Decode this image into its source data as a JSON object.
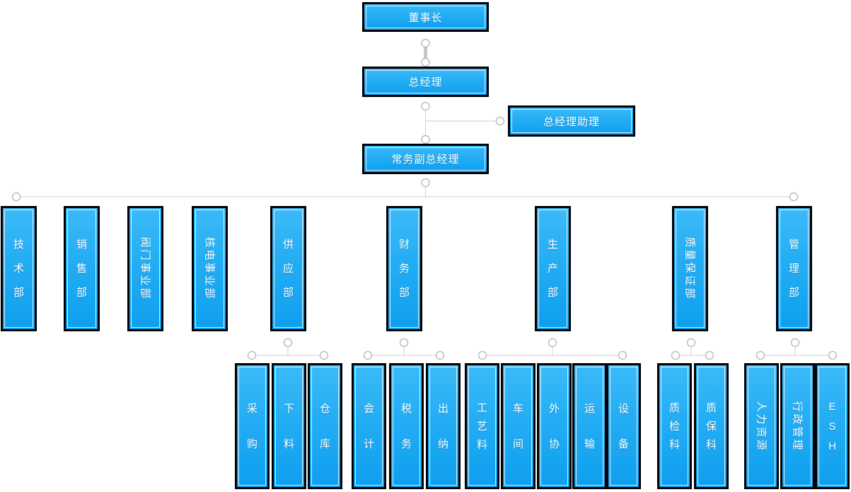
{
  "org": {
    "chairman": {
      "label": "董事长"
    },
    "general_manager": {
      "label": "总经理"
    },
    "gm_assistant": {
      "label": "总经理助理"
    },
    "deputy_general_manager": {
      "label": "常务副总经理"
    },
    "departments": [
      {
        "label": "技术部",
        "children": []
      },
      {
        "label": "销售部",
        "children": []
      },
      {
        "label": "阀门事业部",
        "children": []
      },
      {
        "label": "核电事业部",
        "children": []
      },
      {
        "label": "供应部",
        "children": [
          "采购",
          "下料",
          "仓库"
        ]
      },
      {
        "label": "财务部",
        "children": [
          "会计",
          "税务",
          "出纳"
        ]
      },
      {
        "label": "生产部",
        "children": [
          "工艺料",
          "车间",
          "外协",
          "运输",
          "设备"
        ]
      },
      {
        "label": "质量保证部",
        "children": [
          "质检科",
          "质保科"
        ]
      },
      {
        "label": "管理部",
        "children": [
          "人力资源",
          "行政管理",
          "ESH"
        ]
      }
    ],
    "colors": {
      "box_fill_top": "#3cbaf8",
      "box_fill_bottom": "#0f9fee",
      "box_border": "#000000",
      "box_inner_border": "#ffffff",
      "connector_line": "#cfcfcf",
      "connector_joint_fill": "#ffffff",
      "connector_joint_stroke": "#bdbdbd",
      "text": "#ffffff"
    }
  }
}
